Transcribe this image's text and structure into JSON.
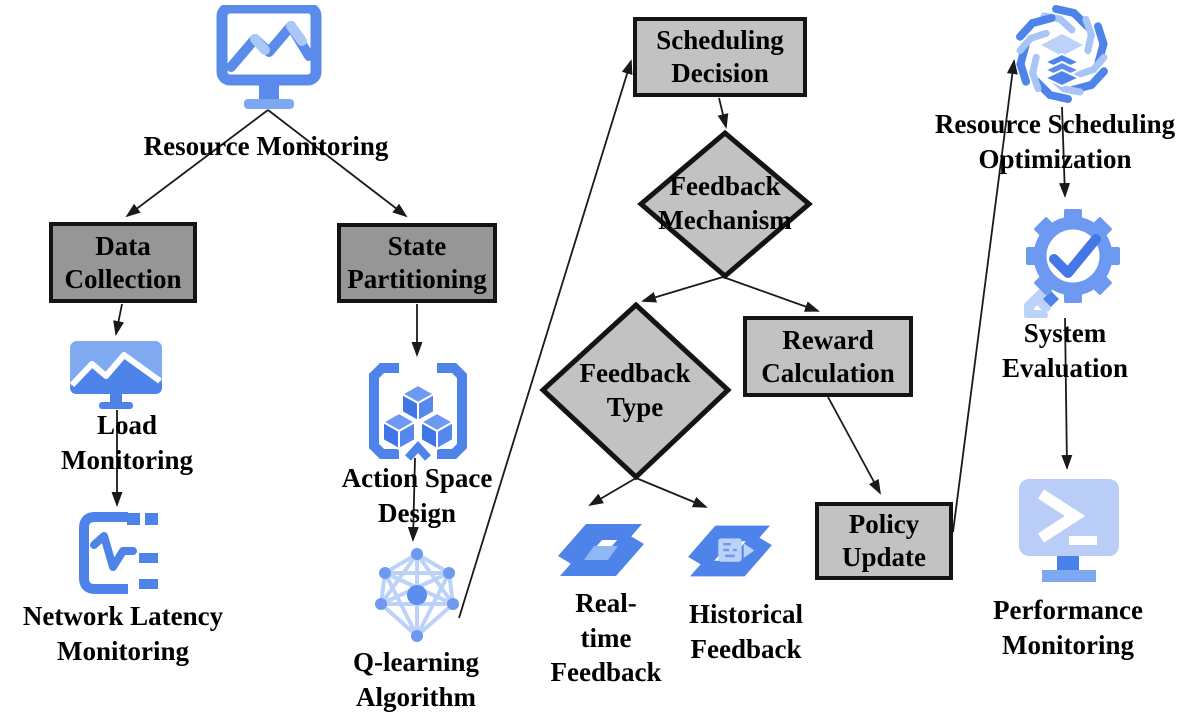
{
  "diagram": {
    "type": "flowchart",
    "colors": {
      "icon_blue": "#4e84ea",
      "icon_blue_medium": "#6d9af0",
      "icon_blue_light": "#a9c5f6",
      "icon_blue_pale": "#b9cdf7",
      "box_dark_fill": "#969696",
      "box_light_fill": "#c2c2c2",
      "shape_border": "#141414",
      "arrow_color": "#1a1a1a",
      "text_color": "#000000"
    },
    "nodes": {
      "resource_monitoring": {
        "label": "Resource Monitoring",
        "icon": "monitor-chart-icon"
      },
      "data_collection": {
        "label": "Data\nCollection",
        "shape": "box-dark"
      },
      "state_partitioning": {
        "label": "State\nPartitioning",
        "shape": "box-dark"
      },
      "load_monitoring": {
        "label": "Load\nMonitoring",
        "icon": "monitor-graph-icon"
      },
      "network_latency_monitoring": {
        "label": "Network Latency\nMonitoring",
        "icon": "latency-chart-icon"
      },
      "action_space_design": {
        "label": "Action Space\nDesign",
        "icon": "cubes-brackets-icon"
      },
      "q_learning_algorithm": {
        "label": "Q-learning\nAlgorithm",
        "icon": "network-graph-icon"
      },
      "scheduling_decision": {
        "label": "Scheduling\nDecision",
        "shape": "box-light"
      },
      "feedback_mechanism": {
        "label": "Feedback\nMechanism",
        "shape": "diamond"
      },
      "feedback_type": {
        "label": "Feedback\nType",
        "shape": "diamond"
      },
      "reward_calculation": {
        "label": "Reward\nCalculation",
        "shape": "box-light"
      },
      "policy_update": {
        "label": "Policy\nUpdate",
        "shape": "box-light"
      },
      "real_time_feedback": {
        "label": "Real-\ntime\nFeedback",
        "icon": "sync-arrows-icon"
      },
      "historical_feedback": {
        "label": "Historical\nFeedback",
        "icon": "history-sync-icon"
      },
      "resource_scheduling_optimization": {
        "label": "Resource Scheduling\nOptimization",
        "icon": "hex-swirl-icon"
      },
      "system_evaluation": {
        "label": "System\nEvaluation",
        "icon": "gear-check-key-icon"
      },
      "performance_monitoring": {
        "label": "Performance\nMonitoring",
        "icon": "terminal-monitor-icon"
      }
    },
    "connections": [
      {
        "from": "resource_monitoring",
        "to": "data_collection"
      },
      {
        "from": "resource_monitoring",
        "to": "state_partitioning"
      },
      {
        "from": "data_collection",
        "to": "load_monitoring"
      },
      {
        "from": "load_monitoring",
        "to": "network_latency_monitoring"
      },
      {
        "from": "state_partitioning",
        "to": "action_space_design"
      },
      {
        "from": "action_space_design",
        "to": "q_learning_algorithm"
      },
      {
        "from": "q_learning_algorithm",
        "to": "scheduling_decision"
      },
      {
        "from": "scheduling_decision",
        "to": "feedback_mechanism"
      },
      {
        "from": "feedback_mechanism",
        "to": "feedback_type"
      },
      {
        "from": "feedback_mechanism",
        "to": "reward_calculation"
      },
      {
        "from": "feedback_type",
        "to": "real_time_feedback"
      },
      {
        "from": "feedback_type",
        "to": "historical_feedback"
      },
      {
        "from": "reward_calculation",
        "to": "policy_update"
      },
      {
        "from": "policy_update",
        "to": "resource_scheduling_optimization"
      },
      {
        "from": "resource_scheduling_optimization",
        "to": "system_evaluation"
      },
      {
        "from": "system_evaluation",
        "to": "performance_monitoring"
      }
    ]
  }
}
